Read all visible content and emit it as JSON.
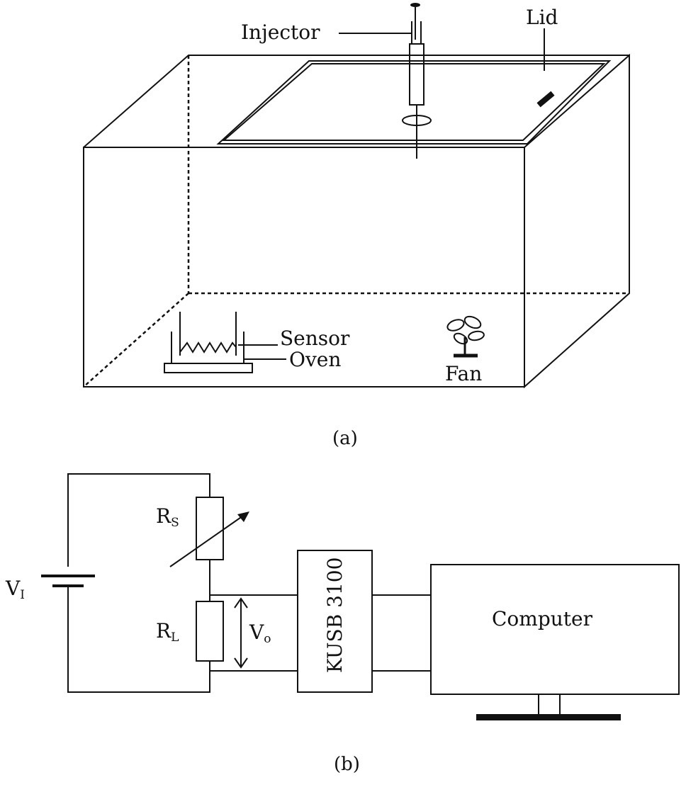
{
  "panel_a": {
    "caption": "(a)",
    "labels": {
      "injector": "Injector",
      "lid": "Lid",
      "sensor": "Sensor",
      "oven": "Oven",
      "fan": "Fan"
    }
  },
  "panel_b": {
    "caption": "(b)",
    "labels": {
      "vi_main": "V",
      "vi_sub": "I",
      "rs_main": "R",
      "rs_sub": "S",
      "rl_main": "R",
      "rl_sub": "L",
      "vo_main": "V",
      "vo_sub": "o",
      "daq": "KUSB 3100",
      "computer": "Computer"
    }
  }
}
